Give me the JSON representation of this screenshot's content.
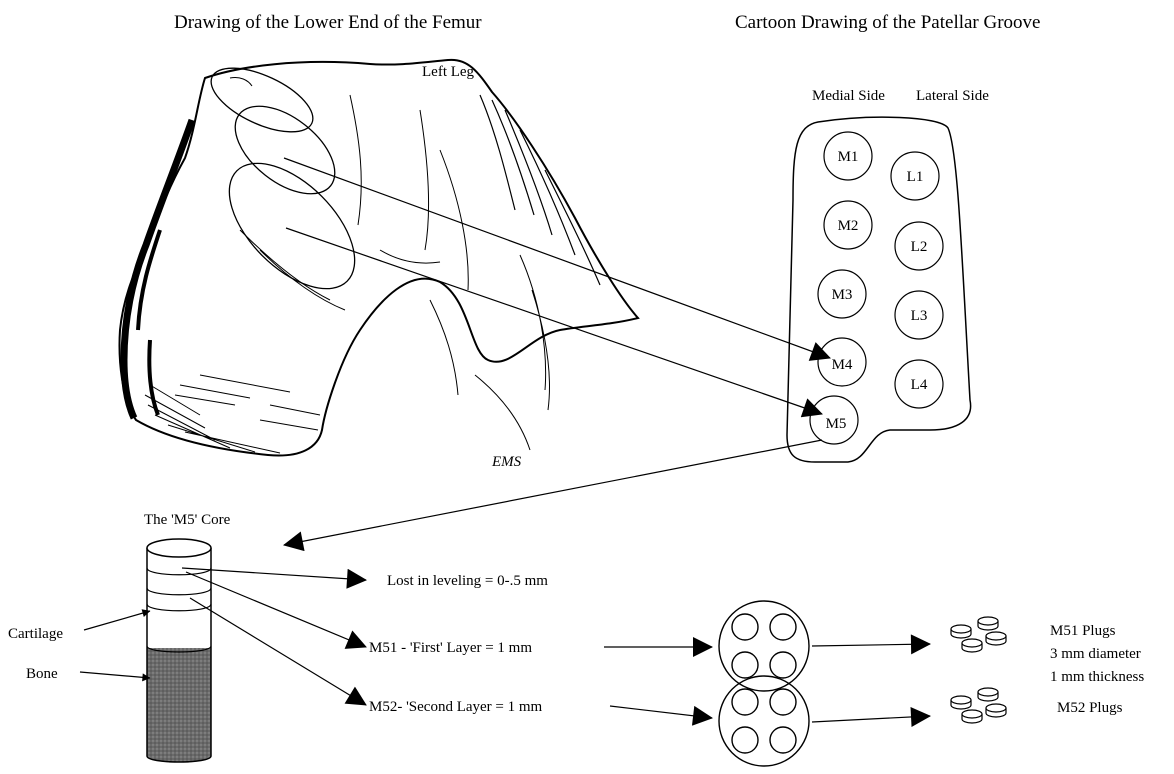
{
  "titles": {
    "femur": "Drawing of the Lower End of the Femur",
    "groove": "Cartoon Drawing of the Patellar Groove"
  },
  "femur": {
    "leg_label": "Left Leg",
    "artist_mark": "EMS"
  },
  "groove": {
    "medial_label": "Medial Side",
    "lateral_label": "Lateral Side",
    "medial_sites": [
      "M1",
      "M2",
      "M3",
      "M4",
      "M5"
    ],
    "lateral_sites": [
      "L1",
      "L2",
      "L3",
      "L4"
    ]
  },
  "core": {
    "title": "The 'M5' Core",
    "cartilage_label": "Cartilage",
    "bone_label": "Bone"
  },
  "layers": {
    "lost": "Lost in leveling = 0-.5 mm",
    "first": "M51 - 'First' Layer = 1 mm",
    "second": "M52- 'Second Layer = 1 mm"
  },
  "plugs": {
    "m51_title": "M51 Plugs",
    "m51_diameter": "3 mm diameter",
    "m51_thickness": "1 mm thickness",
    "m52_title": "M52 Plugs"
  }
}
